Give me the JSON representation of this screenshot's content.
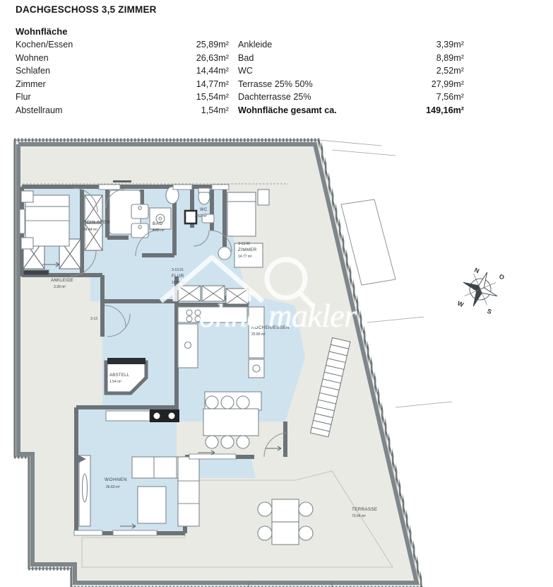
{
  "header": {
    "plan_title": "DACHGESCHOSS 3,5 ZIMMER",
    "areas_heading": "Wohnfläche",
    "rows": [
      {
        "label_left": "Kochen/Essen",
        "value_left": "25,89m²",
        "label_right": "Ankleide",
        "value_right": "3,39m²"
      },
      {
        "label_left": "Wohnen",
        "value_left": "26,63m²",
        "label_right": "Bad",
        "value_right": "8,89m²"
      },
      {
        "label_left": "Schlafen",
        "value_left": "14,44m²",
        "label_right": "WC",
        "value_right": "2,52m²"
      },
      {
        "label_left": "Zimmer",
        "value_left": "14,77m²",
        "label_right": "Terrasse 25% 50%",
        "value_right": "27,99m²"
      },
      {
        "label_left": "Flur",
        "value_left": "15,54m²",
        "label_right": "Dachterrasse 25%",
        "value_right": "7,56m²"
      },
      {
        "label_left": "Abstellraum",
        "value_left": "1,54m²",
        "label_right": "Wohnfläche gesamt ca.",
        "value_right": "149,16m²"
      }
    ]
  },
  "plan": {
    "rooms": [
      {
        "id": "schlafen",
        "name": "SCHLAFEN",
        "area": "14.44 m²",
        "number": ""
      },
      {
        "id": "bad",
        "name": "BAD",
        "area": "8.89 m²",
        "number": ""
      },
      {
        "id": "wc",
        "name": "WC",
        "area": "2,52 m²",
        "number": ""
      },
      {
        "id": "ankleide",
        "name": "ANKLEIDE",
        "area": "3.39 m²",
        "number": ""
      },
      {
        "id": "flur",
        "name": "FLUR",
        "area": "15.54 m²",
        "number": "3-13.01"
      },
      {
        "id": "zimmer",
        "name": "ZIMMER",
        "area": "14.77 m²",
        "number": "3-13.06"
      },
      {
        "id": "kochenessen",
        "name": "KOCHEN/ESSEN",
        "area": "25.89 m²",
        "number": ""
      },
      {
        "id": "abstell",
        "name": "ABSTELL",
        "area": "1.54 m²",
        "number": ""
      },
      {
        "id": "wohnen",
        "name": "WOHNEN",
        "area": "26.63 m²",
        "number": ""
      },
      {
        "id": "terrasse",
        "name": "TERRASSE",
        "area": "73.64 m²",
        "number": ""
      }
    ],
    "door_tag": "3-13",
    "compass": {
      "north": "N",
      "east": "O",
      "south": "S",
      "west": "W"
    },
    "watermark_text": "ohne makler",
    "colors": {
      "interior_fill": "#cfe3ef",
      "terrace_fill": "#e9eae4",
      "wall_dark": "#6c7377",
      "wall_line": "#3d4447",
      "furniture": "#7d878c",
      "text": "#3a4145"
    }
  }
}
